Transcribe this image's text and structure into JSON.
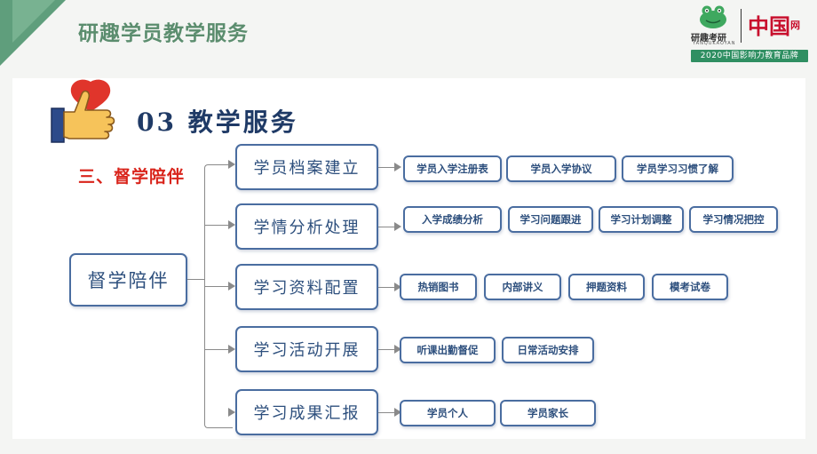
{
  "header": {
    "title": "研趣学员教学服务",
    "brand": {
      "name": "研趣考研",
      "sub": "YANQUKAOYAN",
      "partner": "中国",
      "partner_suffix": "网",
      "badge": "2020中国影响力教育品牌"
    }
  },
  "section": {
    "number_title": "03 教学服务",
    "subtitle": "三、督学陪伴"
  },
  "tree": {
    "root": "督学陪伴",
    "categories": [
      {
        "label": "学员档案建立",
        "items": [
          "学员入学注册表",
          "学员入学协议",
          "学员学习习惯了解"
        ]
      },
      {
        "label": "学情分析处理",
        "items": [
          "入学成绩分析",
          "学习问题跟进",
          "学习计划调整",
          "学习情况把控"
        ]
      },
      {
        "label": "学习资料配置",
        "items": [
          "热销图书",
          "内部讲义",
          "押题资料",
          "模考试卷"
        ]
      },
      {
        "label": "学习活动开展",
        "items": [
          "听课出勤督促",
          "日常活动安排"
        ]
      },
      {
        "label": "学习成果汇报",
        "items": [
          "学员个人",
          "学员家长"
        ]
      }
    ]
  },
  "colors": {
    "header_green": "#5f9e7c",
    "title_navy": "#1f3a66",
    "box_border": "#4a6da0",
    "accent_red": "#d9241b"
  }
}
